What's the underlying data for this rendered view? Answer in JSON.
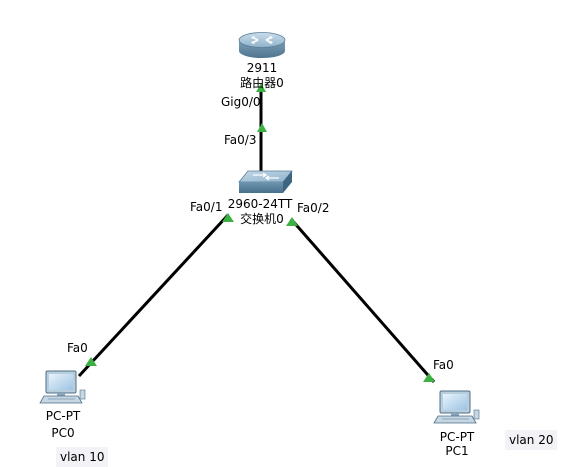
{
  "router": {
    "model": "2911",
    "name": "路由器0",
    "port": "Gig0/0"
  },
  "switch": {
    "model": "2960-24TT",
    "name": "交换机0",
    "port_uplink": "Fa0/3",
    "port_1": "Fa0/1",
    "port_2": "Fa0/2"
  },
  "pc0": {
    "model": "PC-PT",
    "name": "PC0",
    "port": "Fa0",
    "vlan": "vlan 10"
  },
  "pc1": {
    "model": "PC-PT",
    "name": "PC1",
    "port": "Fa0",
    "vlan": "vlan 20"
  },
  "colors": {
    "link": "#000000",
    "link_status_up": "#3cb043",
    "router_body": "#7fa6c0",
    "switch_body": "#6f9ab5",
    "vlan_box": "#f2f2f7"
  },
  "icons": {
    "router": "router-icon",
    "switch": "switch-icon",
    "pc0": "pc-icon",
    "pc1": "pc-icon"
  }
}
